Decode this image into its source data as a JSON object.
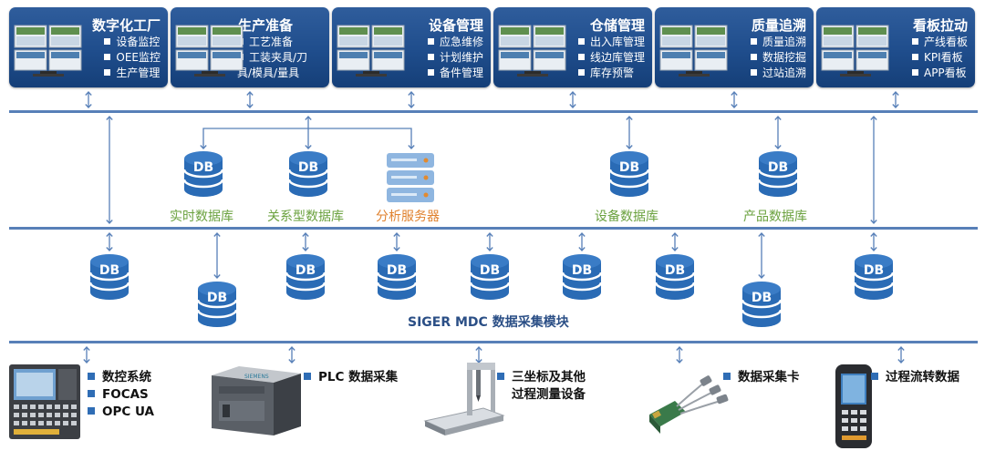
{
  "modules": [
    {
      "title": "数字化工厂",
      "items": [
        "设备监控",
        "OEE监控",
        "生产管理"
      ]
    },
    {
      "title": "生产准备",
      "items": [
        "工艺准备",
        "工装夹具/刀",
        "具/模具/量具"
      ]
    },
    {
      "title": "设备管理",
      "items": [
        "应急维修",
        "计划维护",
        "备件管理"
      ]
    },
    {
      "title": "仓储管理",
      "items": [
        "出入库管理",
        "线边库管理",
        "库存预警"
      ]
    },
    {
      "title": "质量追溯",
      "items": [
        "质量追溯",
        "数据挖掘",
        "过站追溯"
      ]
    },
    {
      "title": "看板拉动",
      "items": [
        "产线看板",
        "KPI看板",
        "APP看板"
      ]
    }
  ],
  "db_text": "DB",
  "middle": {
    "realtime_db": "实时数据库",
    "relational_db": "关系型数据库",
    "analysis_server": "分析服务器",
    "equipment_db": "设备数据库",
    "product_db": "产品数据库"
  },
  "mdc_label": "SIGER MDC 数据采集模块",
  "devices": {
    "cnc": [
      "数控系统",
      "FOCAS",
      "OPC UA"
    ],
    "plc": [
      "PLC 数据采集"
    ],
    "cmm": [
      "三坐标及其他",
      "过程测量设备"
    ],
    "card": [
      "数据采集卡"
    ],
    "handheld": [
      "过程流转数据"
    ]
  },
  "colors": {
    "module_bg": "#1f4d8c",
    "bus": "#5880b8",
    "db": "#2a6bb5",
    "green_label": "#6aa13e",
    "orange_label": "#e0822f",
    "bullet": "#2f6db5"
  }
}
